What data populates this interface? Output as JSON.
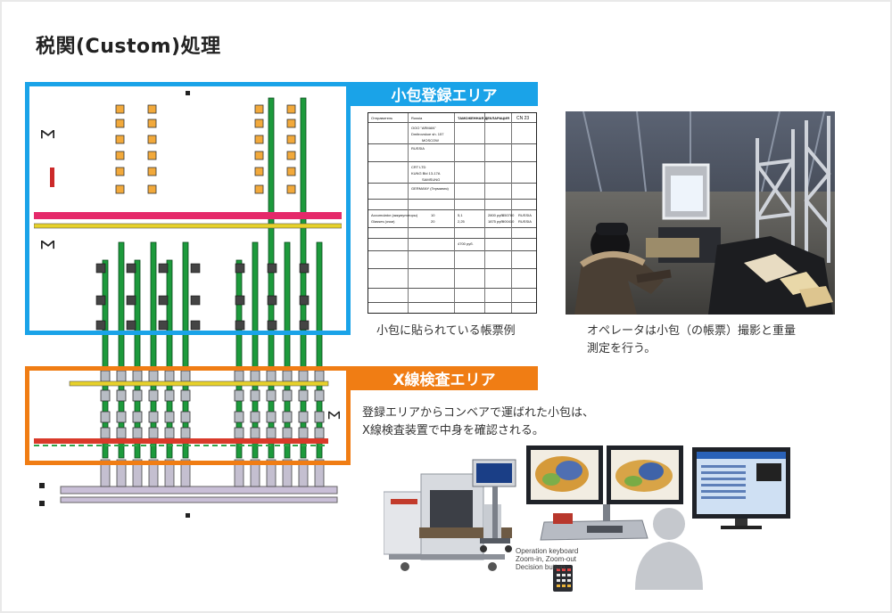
{
  "page": {
    "title": "税関(Custom)処理"
  },
  "areas": {
    "registration_label": "小包登録エリア",
    "xray_label": "X線検査エリア"
  },
  "captions": {
    "label_example": "小包に貼られている帳票例",
    "operator_line1": "オペレータは小包（の帳票）撮影と重量",
    "operator_line2": "測定を行う。"
  },
  "description": {
    "line1": "登録エリアからコンベアで運ばれた小包は、",
    "line2": "X線検査装置で中身を確認される。"
  },
  "keyboard_labels": {
    "line1": "Operation keyboard",
    "line2": "Zoom-in, Zoom-out",
    "line3": "Decision button"
  },
  "plan_markers": {
    "upper": "Σ",
    "middle": "Σ",
    "lower": "Σ"
  },
  "form_document": {
    "header_left": "Отправитель",
    "header_mid": "Russia",
    "header_title": "ТАМОЖЕННАЯ ДЕКЛАРАЦИЯ",
    "header_code": "CN 23",
    "sender_name": "OOO \"ARMAN\"",
    "sender_street": "Dmitrovskoe sh. 157",
    "sender_city": "MOSCOW",
    "sender_country": "RUSSIA",
    "recipient_name": "CRT LTD",
    "recipient_street": "KUNG Bld 13-17A",
    "recipient_city": "SAMSUNG",
    "recipient_country": "GERMANY (Германия)",
    "item1": "Accumulator (аккумуляторы)",
    "item1_qty": "10",
    "item1_weight": "5,1",
    "item1_value": "2800 руб.",
    "item1_code": "850760",
    "item1_origin": "RUSSIA",
    "item2": "Glasses (очки)",
    "item2_qty": "20",
    "item2_weight": "2,25",
    "item2_value": "1875 руб.",
    "item2_code": "900410",
    "item2_origin": "RUSSIA",
    "total_value": "4700 руб."
  },
  "colors": {
    "registration_area": "#1aa3e8",
    "xray_area": "#f07d14",
    "conveyor": "#1d9a3c"
  }
}
